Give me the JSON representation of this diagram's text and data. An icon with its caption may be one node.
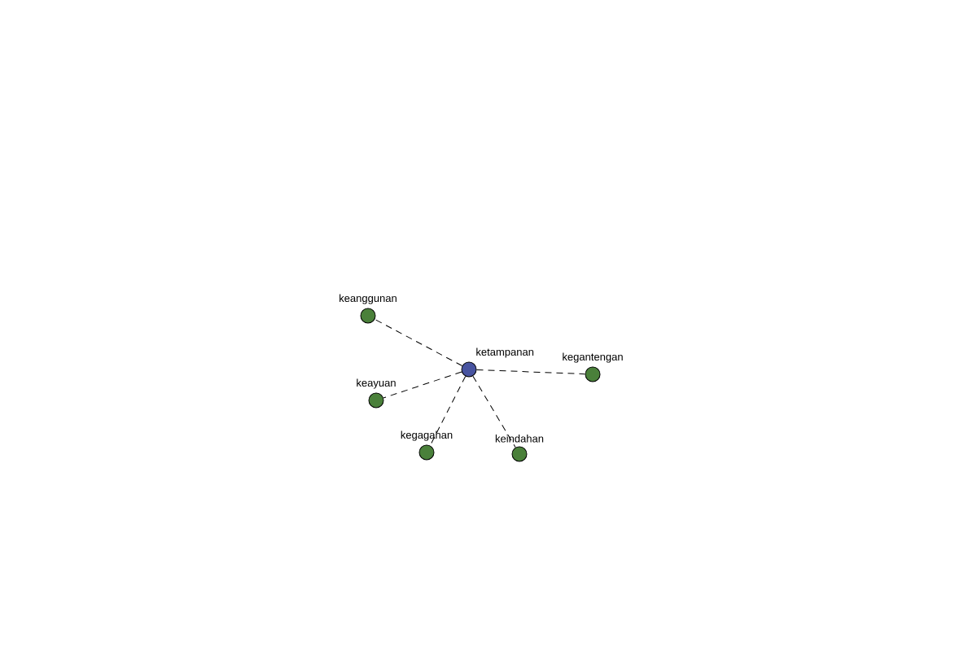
{
  "diagram": {
    "nodes": [
      {
        "text": [
          "ketampanan"
        ]
      },
      {
        "text": [
          "keanggunan"
        ]
      },
      {
        "text": [
          "kegantengan"
        ]
      },
      {
        "text": [
          "keayuan"
        ]
      },
      {
        "text": [
          "kegagahan"
        ]
      },
      {
        "text": [
          "keindahan"
        ]
      }
    ],
    "edges": [
      {
        "from": 0,
        "to": 1,
        "arrow": "none",
        "style": "dashed"
      },
      {
        "from": 0,
        "to": 2,
        "arrow": "none",
        "style": "dashed"
      },
      {
        "from": 0,
        "to": 3,
        "arrow": "none",
        "style": "dashed"
      },
      {
        "from": 0,
        "to": 4,
        "arrow": "none",
        "style": "dashed"
      },
      {
        "from": 0,
        "to": 5,
        "arrow": "none",
        "style": "dashed"
      }
    ]
  }
}
